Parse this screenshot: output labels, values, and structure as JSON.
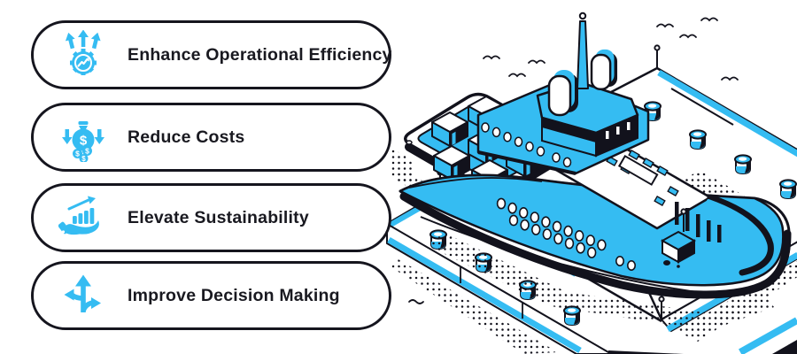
{
  "page": {
    "background": "#ffffff"
  },
  "colors": {
    "accent_blue": "#35bcf2",
    "ink": "#12121c",
    "text": "#191920",
    "white": "#ffffff"
  },
  "benefits": {
    "items": [
      {
        "label": "Enhance Operational Efficiency",
        "icon": "gear-growth-arrows-icon"
      },
      {
        "label": "Reduce Costs",
        "icon": "money-bag-down-arrows-icon"
      },
      {
        "label": "Elevate Sustainability",
        "icon": "hand-growth-chart-icon"
      },
      {
        "label": "Improve Decision Making",
        "icon": "branching-arrows-icon"
      }
    ]
  },
  "illustration": {
    "name": "isometric tugboat docked at port",
    "elements": [
      "tugboat",
      "cargo-barge-with-boxes",
      "right-dock",
      "bottom-dock",
      "bollards",
      "mooring-poles",
      "seagulls",
      "wave"
    ]
  }
}
